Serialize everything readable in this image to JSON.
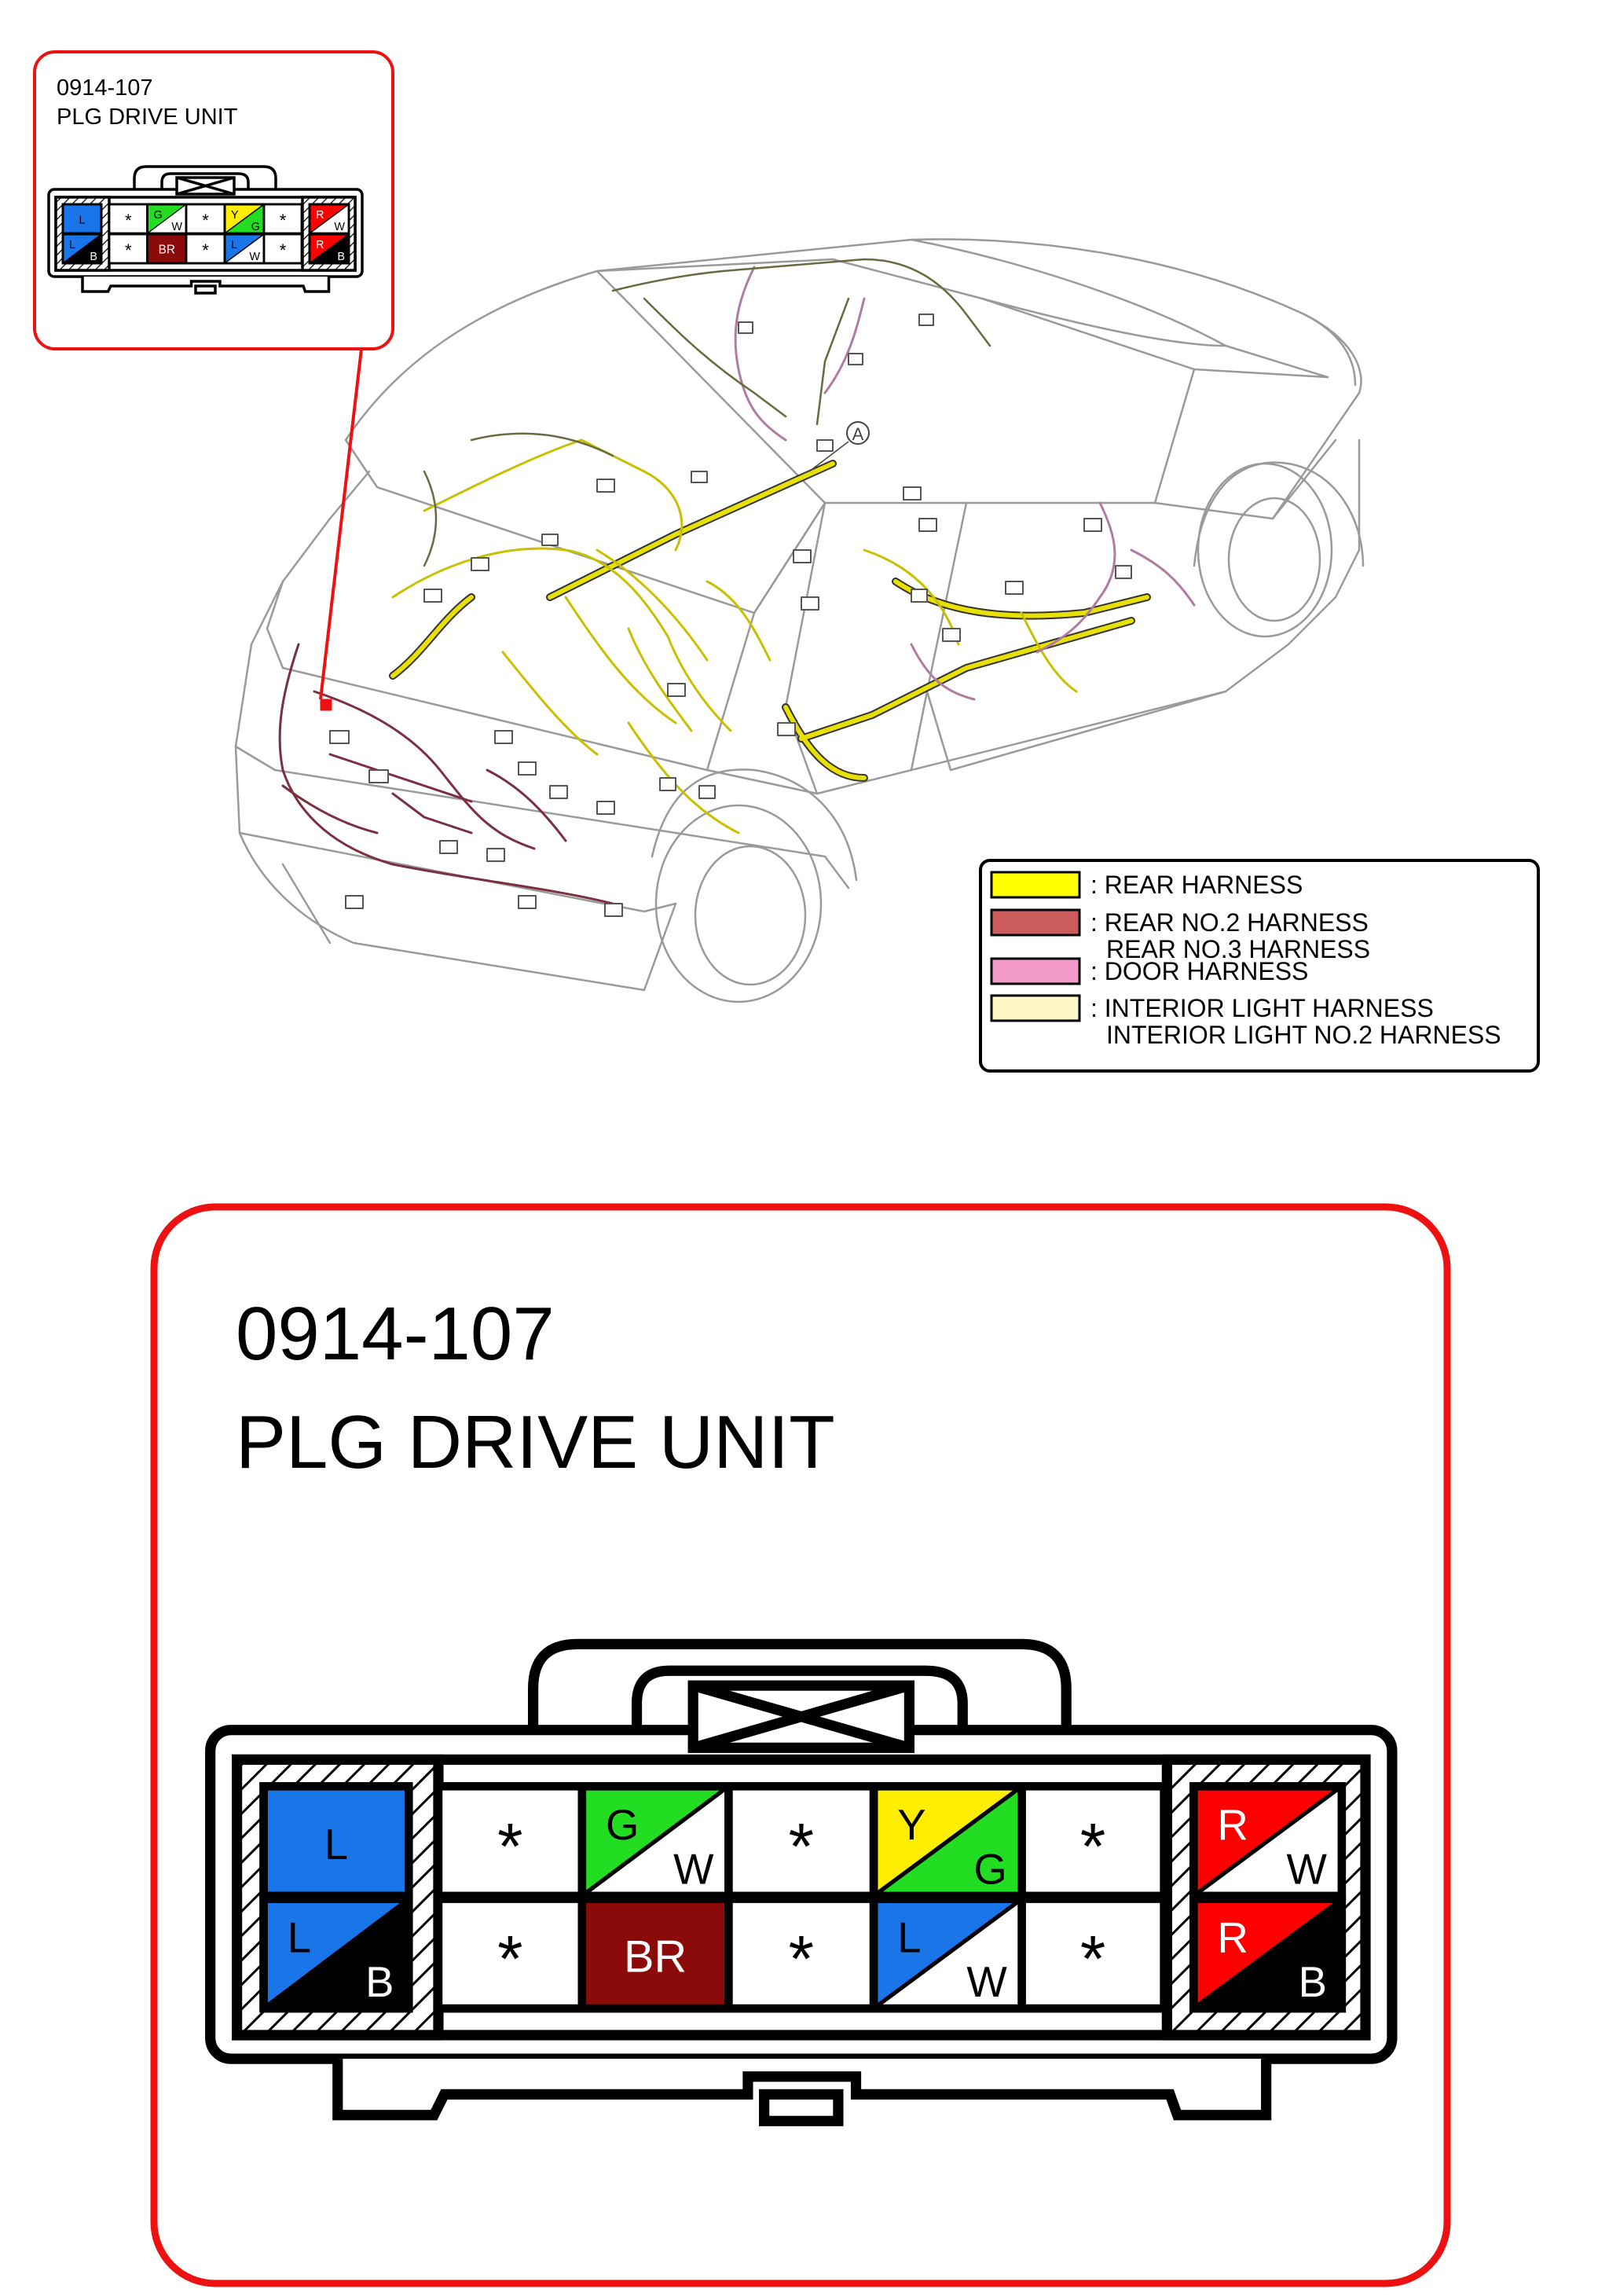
{
  "connector": {
    "code": "0914-107",
    "name": "PLG DRIVE UNIT"
  },
  "callout": {
    "marker": "A"
  },
  "legend": {
    "items": [
      {
        "color": "#ffff00",
        "lines": [
          ": REAR HARNESS"
        ]
      },
      {
        "color": "#cd5c5c",
        "lines": [
          ": REAR NO.2 HARNESS",
          "REAR NO.3 HARNESS"
        ]
      },
      {
        "color": "#f29ac9",
        "lines": [
          ": DOOR HARNESS"
        ]
      },
      {
        "color": "#fff8c4",
        "lines": [
          ": INTERIOR LIGHT HARNESS",
          "INTERIOR LIGHT NO.2 HARNESS"
        ]
      }
    ]
  },
  "colors": {
    "L": "#1a75e8",
    "B": "#000000",
    "G": "#22dd22",
    "W": "#ffffff",
    "Y": "#ffee00",
    "BR": "#8b0a0a",
    "R": "#ff0000",
    "frame": "#ee1111",
    "harness_rear": "#e8e000",
    "harness_rear2": "#8a3c4a",
    "harness_door": "#c88ab8"
  },
  "pins": {
    "top": [
      {
        "type": "split",
        "c1": "L",
        "c2": "L",
        "l1": "L",
        "l2": ""
      },
      {
        "type": "empty",
        "mark": "*"
      },
      {
        "type": "split",
        "c1": "G",
        "c2": "W",
        "l1": "G",
        "l2": "W"
      },
      {
        "type": "empty",
        "mark": "*"
      },
      {
        "type": "split",
        "c1": "Y",
        "c2": "G",
        "l1": "Y",
        "l2": "G"
      },
      {
        "type": "empty",
        "mark": "*"
      },
      {
        "type": "split",
        "c1": "R",
        "c2": "W",
        "l1": "R",
        "l2": "W"
      }
    ],
    "bottom": [
      {
        "type": "split",
        "c1": "L",
        "c2": "B",
        "l1": "L",
        "l2": "B"
      },
      {
        "type": "empty",
        "mark": "*"
      },
      {
        "type": "solid",
        "c1": "BR",
        "l1": "BR"
      },
      {
        "type": "empty",
        "mark": "*"
      },
      {
        "type": "split",
        "c1": "L",
        "c2": "W",
        "l1": "L",
        "l2": "W"
      },
      {
        "type": "empty",
        "mark": "*"
      },
      {
        "type": "split",
        "c1": "R",
        "c2": "B",
        "l1": "R",
        "l2": "B"
      }
    ]
  }
}
